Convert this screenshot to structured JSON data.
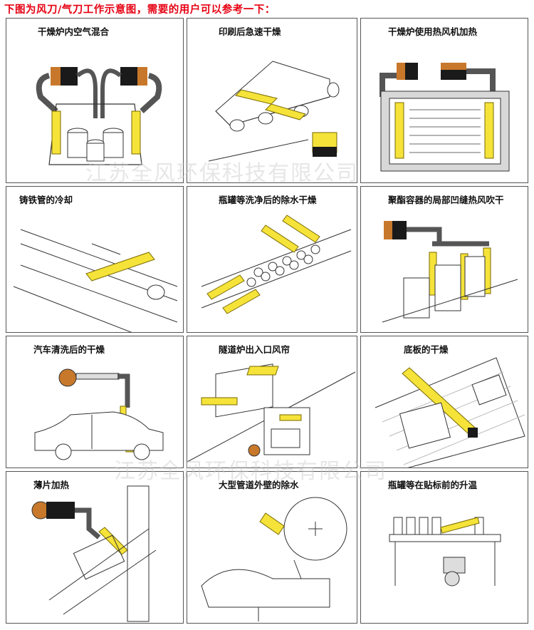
{
  "header": {
    "title": "下图为风刀/气刀工作示意图，需要的用户可以参考一下："
  },
  "colors": {
    "title_red": "#e60012",
    "knife_yellow": "#f5e33a",
    "knife_outline": "#7a6a00",
    "line": "#333333",
    "blower_dark": "#1a1a1a",
    "blower_orange": "#c8782a"
  },
  "cells": [
    {
      "caption": "干燥炉内空气混合"
    },
    {
      "caption": "印刷后急速干燥"
    },
    {
      "caption": "干燥炉使用热风机加热"
    },
    {
      "caption": "铸铁管的冷却"
    },
    {
      "caption": "瓶罐等洗净后的除水干燥"
    },
    {
      "caption": "聚酯容器的局部凹缝热风吹干"
    },
    {
      "caption": "汽车清洗后的干燥"
    },
    {
      "caption": "隧道炉出入口风帘"
    },
    {
      "caption": "底板的干燥"
    },
    {
      "caption": "薄片加热"
    },
    {
      "caption": "大型管道外壁的除水"
    },
    {
      "caption": "瓶罐等在贴标前的升温"
    }
  ],
  "watermark": {
    "text": "江苏全风环保科技有限公司"
  }
}
